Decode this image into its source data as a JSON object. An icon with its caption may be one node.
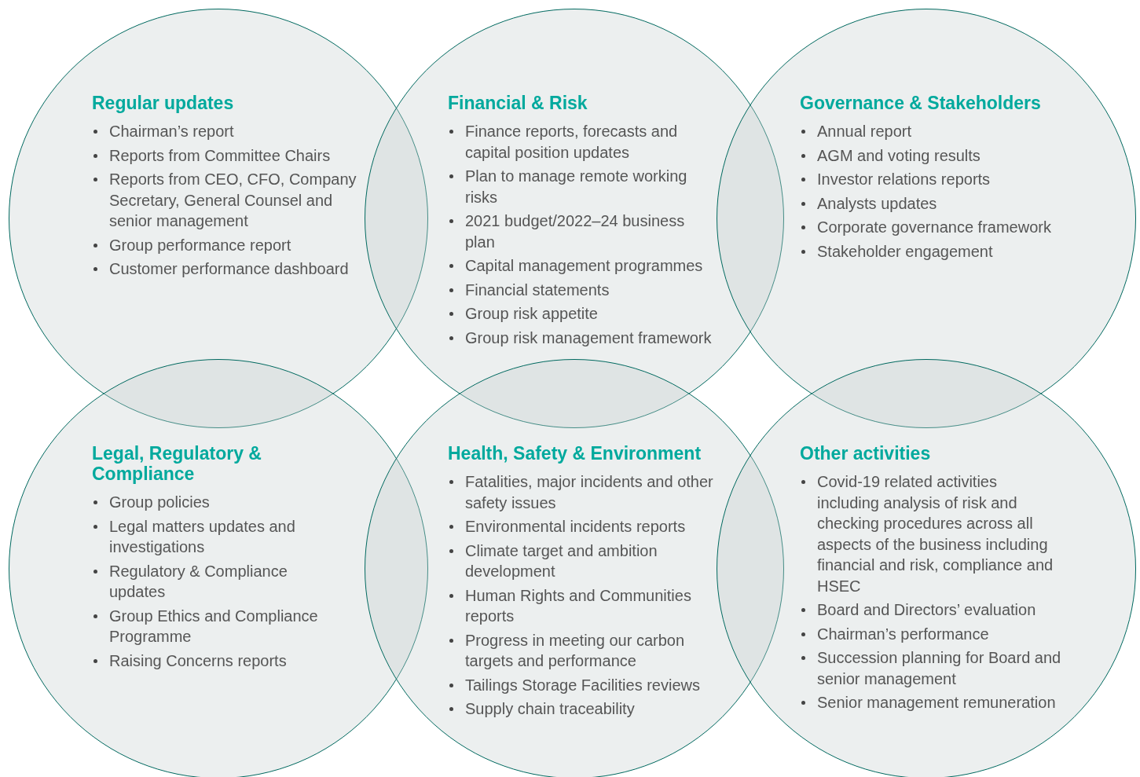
{
  "diagram": {
    "nodes": [
      {
        "text": [
          "Regular updates",
          "Chairman’s report",
          "Reports from Committee Chairs",
          "Reports from CEO, CFO, Company Secretary, General Counsel and senior management",
          "Group performance report",
          "Customer performance dashboard"
        ]
      },
      {
        "text": [
          "Financial & Risk",
          "Finance reports, forecasts and capital position updates",
          "Plan to manage remote working risks",
          "2021 budget/2022–24 business plan",
          "Capital management programmes",
          "Financial statements",
          "Group risk appetite",
          "Group risk management framework"
        ]
      },
      {
        "text": [
          "Governance & Stakeholders",
          "Annual report",
          "AGM and voting results",
          "Investor relations reports",
          "Analysts updates",
          "Corporate governance framework",
          "Stakeholder engagement"
        ]
      },
      {
        "text": [
          "Legal, Regulatory & Compliance",
          "Group policies",
          "Legal matters updates and investigations",
          "Regulatory & Compliance updates",
          "Group Ethics and Compliance Programme",
          "Raising Concerns reports"
        ]
      },
      {
        "text": [
          "Health, Safety & Environment",
          "Fatalities, major incidents and other safety issues",
          "Environmental incidents reports",
          "Climate target and ambition development",
          "Human Rights and Communities reports",
          "Progress in meeting our carbon targets and performance",
          "Tailings Storage Facilities reviews",
          "Supply chain traceability"
        ]
      },
      {
        "text": [
          "Other activities",
          "Covid-19 related activities including analysis of risk and checking procedures across all aspects of the business including financial and risk, compliance and HSEC",
          "Board and Directors’ evaluation",
          "Chairman’s performance",
          "Succession planning for Board and senior management",
          "Senior management remuneration"
        ]
      }
    ],
    "edges": []
  }
}
